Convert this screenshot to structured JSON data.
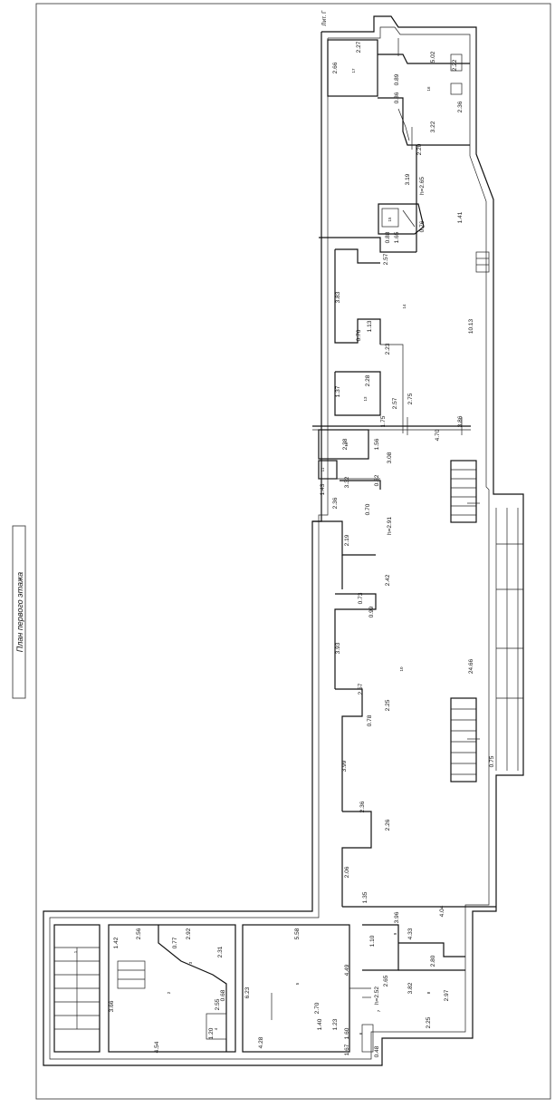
{
  "header": {
    "caption": "План первого этажа"
  },
  "stamp": "Лит. Г",
  "dimensions": {
    "d_2_27": "2.27",
    "d_2_66": "2.66",
    "d_5_02": "5.02",
    "d_0_86": "0.86",
    "d_0_89": "0.89",
    "d_2_22a": "2.22",
    "d_2_36": "2.36",
    "d_3_22": "3.22",
    "d_2_20": "2.20",
    "d_3_19": "3.19",
    "d_h265": "h=2.65",
    "d_0_76": "0.76",
    "d_1_65": "1.65",
    "d_0_88": "0.88",
    "d_2_57a": "2.57",
    "d_1_41": "1.41",
    "d_3_83": "3.83",
    "d_0_76b": "0.76",
    "d_1_13": "1.13",
    "d_2_23": "2.23",
    "d_10_13": "10.13",
    "d_1_37": "1.37",
    "d_2_28": "2.28",
    "d_2_57b": "2.57",
    "d_2_75": "2.75",
    "d_1_75": "1.75",
    "d_3_86": "3.86",
    "d_4_70": "4.70",
    "d_2_38": "2.38",
    "d_1_56": "1.56",
    "d_3_08": "3.08",
    "d_1_43": "1.43",
    "d_3_32": "3.32",
    "d_0_62": "0.62",
    "d_2_36b": "2.36",
    "d_0_70": "0.70",
    "d_2_19": "2.19",
    "d_h291": "h=2.91",
    "d_2_42": "2.42",
    "d_0_73": "0.73",
    "d_0_99": "0.99",
    "d_3_93": "3.93",
    "d_2_57c": "2.57",
    "d_0_78": "0.78",
    "d_2_25a": "2.25",
    "d_24_66": "24.66",
    "d_3_99": "3.99",
    "d_2_36c": "2.36",
    "d_2_26": "2.26",
    "d_0_75": "0.75",
    "d_2_06": "2.06",
    "d_1_35": "1.35",
    "d_4_04": "4.04",
    "d_3_96": "3.96",
    "d_4_33": "4.33",
    "d_1_10": "1.10",
    "d_2_80": "2.80",
    "d_3_82": "3.82",
    "d_2_97": "2.97",
    "d_2_25b": "2.25",
    "d_h252": "h=2.52",
    "d_2_65": "2.65",
    "d_5_58": "5.58",
    "d_4_49": "4.49",
    "d_2_70": "2.70",
    "d_4_28": "4.28",
    "d_1_40": "1.40",
    "d_1_23": "1.23",
    "d_1_60": "1.60",
    "d_1_67": "1.67",
    "d_0_48": "0.48",
    "d_2_56": "2.56",
    "d_1_42": "1.42",
    "d_2_92": "2.92",
    "d_0_77": "0.77",
    "d_2_31": "2.31",
    "d_0_68": "0.68",
    "d_3_66": "3.66",
    "d_4_54": "4.54",
    "d_2_55": "2.55",
    "d_6_23": "6.23",
    "d_1_20": "1.20"
  },
  "room_tags": {
    "r1": "1",
    "r2": "2",
    "r3": "3",
    "r4": "4",
    "r5": "5",
    "r6": "6",
    "r7": "7",
    "r8": "8",
    "r9": "9",
    "r10": "10",
    "r11": "11",
    "r12": "12",
    "r13": "13",
    "r14": "14",
    "r15": "15",
    "r16": "16",
    "r17": "17"
  }
}
